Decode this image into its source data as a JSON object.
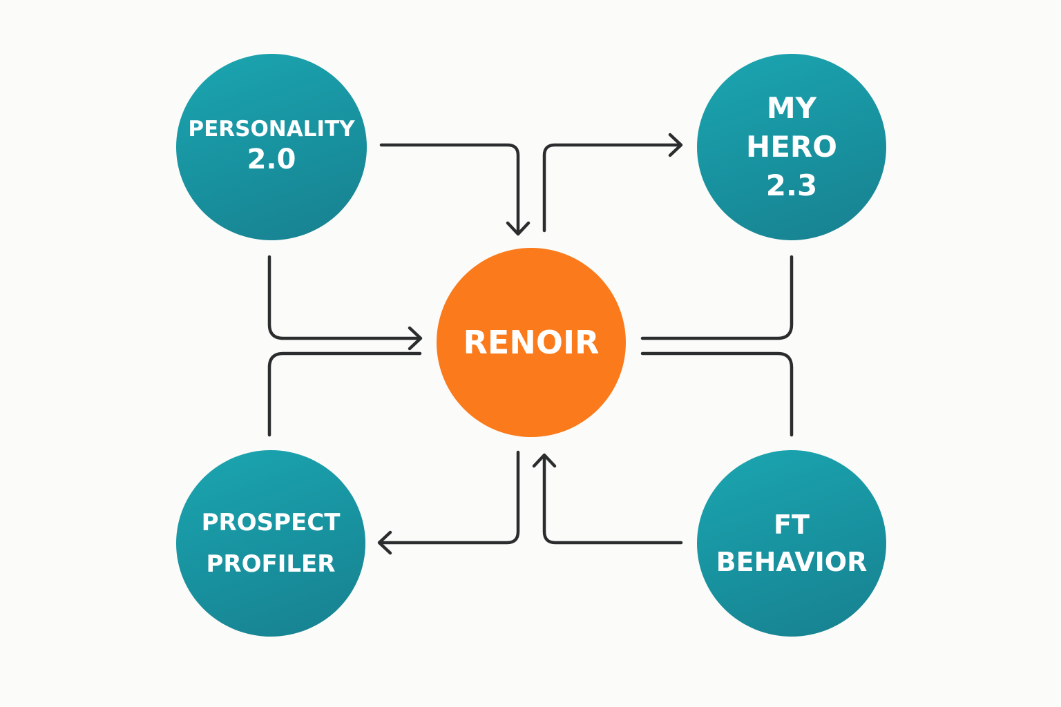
{
  "colors": {
    "teal_light": "#1aa6b1",
    "teal_dark": "#17808f",
    "orange": "#fa7a1c",
    "connector": "#2a2c2e",
    "background": "#fbfbf9",
    "text": "#ffffff"
  },
  "nodes": {
    "personality": {
      "lines": [
        "PERSONALITY",
        "2.0"
      ]
    },
    "my_hero": {
      "lines": [
        "MY",
        "HERO",
        "2.3"
      ]
    },
    "prospect_profiler": {
      "lines": [
        "PROSPECT",
        "PROFILER"
      ]
    },
    "ft_behavior": {
      "lines": [
        "FT",
        "BEHAVIOR"
      ]
    },
    "renoir": {
      "lines": [
        "RENOIR"
      ]
    }
  },
  "edges": [
    {
      "from": "personality",
      "to": "renoir",
      "arrow": true
    },
    {
      "from": "renoir",
      "to": "my_hero",
      "arrow": true
    },
    {
      "from": "personality",
      "to": "renoir",
      "arrow": true
    },
    {
      "from": "prospect_profiler",
      "to": "renoir",
      "arrow": false
    },
    {
      "from": "my_hero",
      "to": "renoir",
      "arrow": false
    },
    {
      "from": "ft_behavior",
      "to": "renoir",
      "arrow": false
    },
    {
      "from": "renoir",
      "to": "prospect_profiler",
      "arrow": true
    },
    {
      "from": "ft_behavior",
      "to": "renoir",
      "arrow": true
    }
  ]
}
